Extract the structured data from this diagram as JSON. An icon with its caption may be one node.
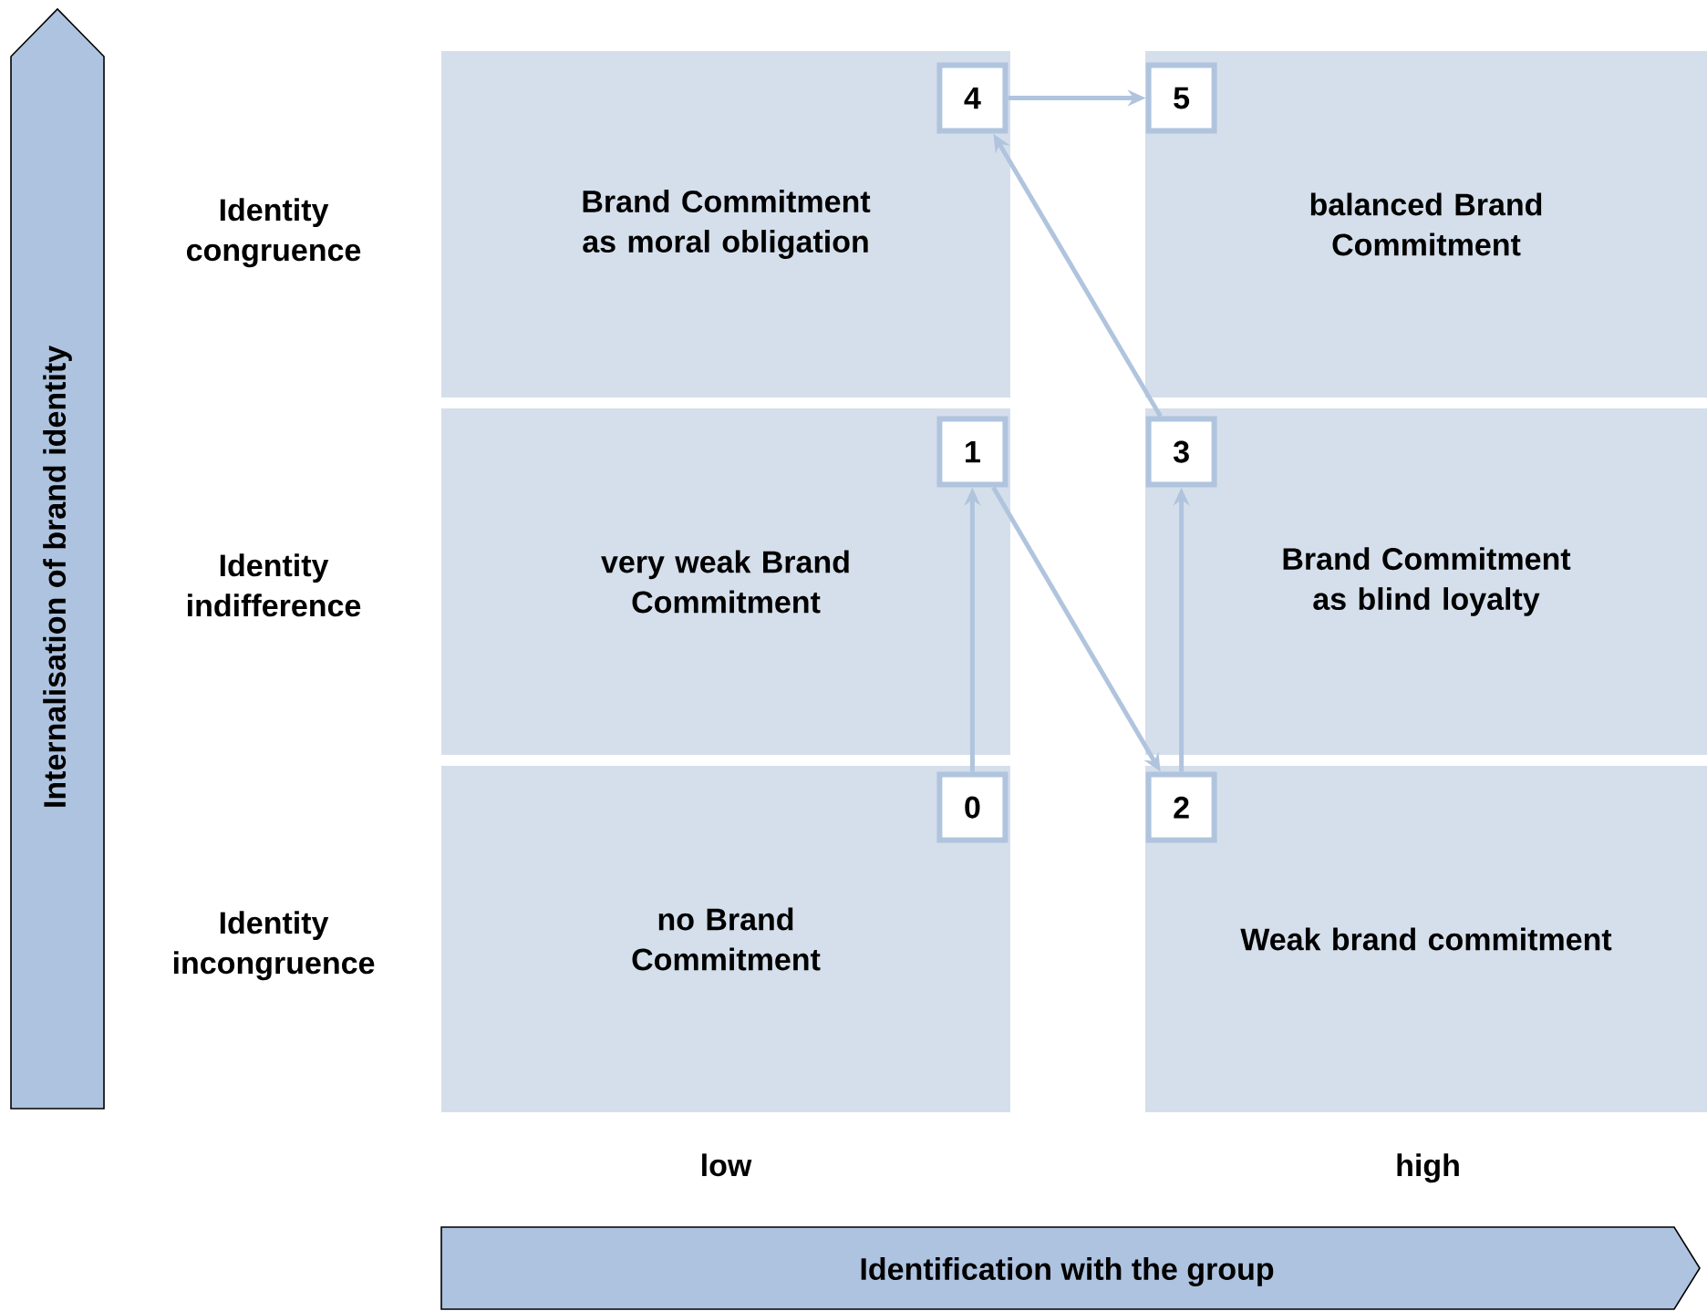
{
  "diagram": {
    "nodes": [
      {
        "text": [
          "Internalisation of brand identity"
        ]
      },
      {
        "text": [
          "Brand Commitment as moral obligation"
        ]
      },
      {
        "text": [
          "4"
        ],
        "in": 1
      },
      {
        "text": [
          "balanced Brand Commitment"
        ]
      },
      {
        "text": [
          "5"
        ],
        "in": 3
      },
      {
        "text": [
          "very weak Brand Commitment"
        ]
      },
      {
        "text": [
          "1"
        ],
        "in": 5
      },
      {
        "text": [
          "Brand Commitment as blind loyalty"
        ]
      },
      {
        "text": [
          "3"
        ],
        "in": 7
      },
      {
        "text": [
          "no Brand Commitment"
        ]
      },
      {
        "text": [
          "0"
        ],
        "in": 9
      },
      {
        "text": [
          "Weak brand commitment"
        ]
      },
      {
        "text": [
          "2"
        ],
        "in": 11
      },
      {
        "text": [
          "Identification with the group"
        ]
      }
    ],
    "edges": [
      {
        "from": 10,
        "to": 6,
        "arrow": "to"
      },
      {
        "from": 6,
        "to": 12,
        "arrow": "to"
      },
      {
        "from": 12,
        "to": 8,
        "arrow": "to"
      },
      {
        "from": 8,
        "to": 2,
        "arrow": "to"
      },
      {
        "from": 2,
        "to": 4,
        "arrow": "to"
      }
    ],
    "labels": [
      "Identity congruence",
      "Identity indifference",
      "Identity incongruence",
      "low",
      "high"
    ]
  }
}
